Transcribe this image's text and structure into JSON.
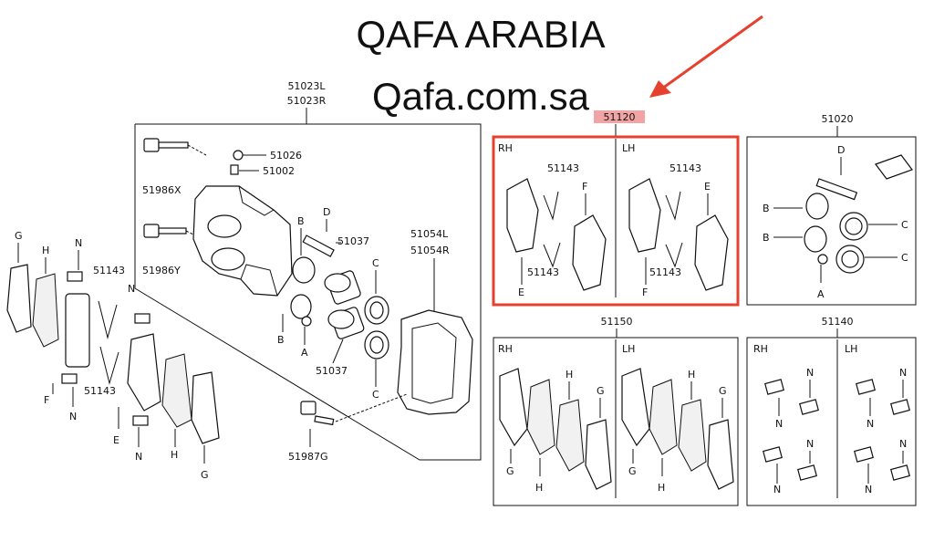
{
  "header": {
    "title": "QAFA ARABIA",
    "subtitle": "Qafa.com.sa"
  },
  "colors": {
    "highlight": "#e5412e",
    "tag": "#f2a3a3",
    "ink": "#111111"
  },
  "caliper": {
    "codes": [
      "51023L",
      "51023R"
    ],
    "bolt_top": "51986X",
    "bolt_bottom": "51986Y",
    "cap": "51026",
    "bleeder": "51002",
    "pin": "51037",
    "seal": "51037",
    "bracket_codes": [
      "51054L",
      "51054R"
    ],
    "bracket_bolt": "51987G",
    "letters": {
      "B1": "B",
      "D": "D",
      "C1": "C",
      "B2": "B",
      "A": "A",
      "C2": "C"
    }
  },
  "exploded_pads": {
    "spring_top": "51143",
    "spring_bottom": "51143",
    "letters": {
      "G": "G",
      "H1": "H",
      "N1": "N",
      "N2": "N",
      "F": "F",
      "N3": "N",
      "E": "E",
      "N4": "N",
      "H2": "H",
      "G2": "G"
    }
  },
  "kit_51120": {
    "code": "51120",
    "sides": [
      {
        "side": "RH",
        "spring_top": "51143",
        "spring_bottom": "51143",
        "letters": {
          "E": "E",
          "F": "F"
        }
      },
      {
        "side": "LH",
        "spring_top": "51143",
        "spring_bottom": "51143",
        "letters": {
          "E": "E",
          "F": "F"
        }
      }
    ]
  },
  "kit_51020": {
    "code": "51020",
    "letters": {
      "D": "D",
      "B1": "B",
      "C1": "C",
      "B2": "B",
      "C2": "C",
      "A": "A"
    }
  },
  "kit_51150": {
    "code": "51150",
    "sides": [
      {
        "side": "RH",
        "letters": {
          "H": "H",
          "G1": "G",
          "G2": "G",
          "H2": "H"
        }
      },
      {
        "side": "LH",
        "letters": {
          "H": "H",
          "G1": "G",
          "G2": "G",
          "H2": "H"
        }
      }
    ]
  },
  "kit_51140": {
    "code": "51140",
    "sides": [
      {
        "side": "RH",
        "letters": [
          "N",
          "N",
          "N",
          "N"
        ]
      },
      {
        "side": "LH",
        "letters": [
          "N",
          "N",
          "N",
          "N"
        ]
      }
    ]
  }
}
